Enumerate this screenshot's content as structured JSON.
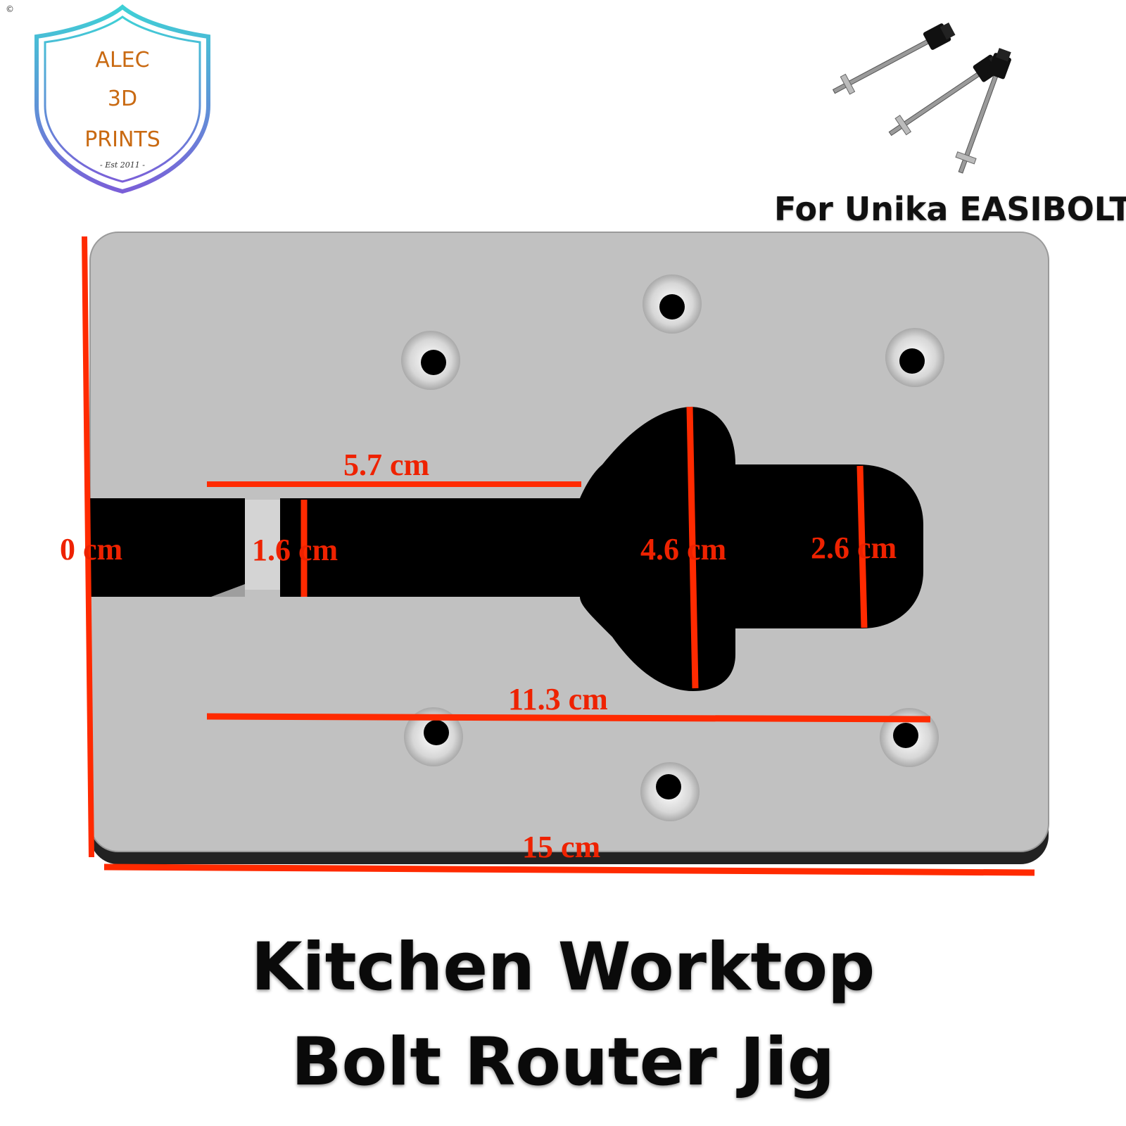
{
  "copyright": "©",
  "logo": {
    "line1": "ALEC",
    "line2": "3D",
    "line3": "PRINTS",
    "est": "- Est 2011 -",
    "colors": {
      "shield_outer": "#45c6d6",
      "shield_inner": "#6a7ad8",
      "text": "#c96a12"
    }
  },
  "subtitle": "For Unika EASIBOLT",
  "title_line1": "Kitchen Worktop",
  "title_line2": "Bolt Router Jig",
  "dimensions": {
    "left_edge": "0 cm",
    "slot_width": "1.6 cm",
    "slot_length": "5.7 cm",
    "head_width": "4.6 cm",
    "nose_width": "2.6 cm",
    "center_length": "11.3 cm",
    "total_length": "15 cm"
  },
  "colors": {
    "plate": "#c1c1c1",
    "cutout": "#000000",
    "dimension_line": "#ff2a00",
    "dimension_text": "#ee2200"
  },
  "icons": [
    "shield-logo-icon",
    "easibolt-bolt-icon"
  ]
}
